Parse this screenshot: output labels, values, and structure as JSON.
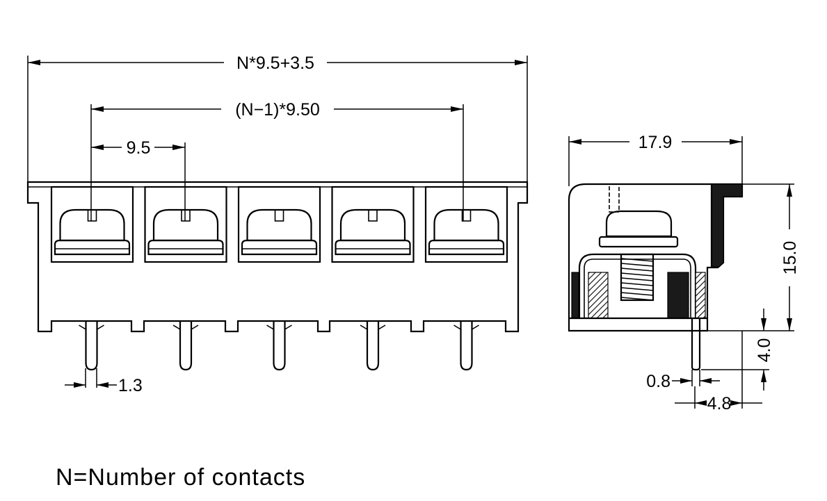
{
  "dimensions": {
    "overall_length": "N*9.5+3.5",
    "pitch_span": "(N−1)*9.50",
    "pitch": "9.5",
    "pin_width_front": "1.3",
    "side_depth": "17.9",
    "height": "15.0",
    "pin_length": "4.0",
    "pin_width_side": "0.8",
    "pin_offset": "4.8"
  },
  "note": "N=Number of contacts",
  "front_view": {
    "positions": 5
  }
}
